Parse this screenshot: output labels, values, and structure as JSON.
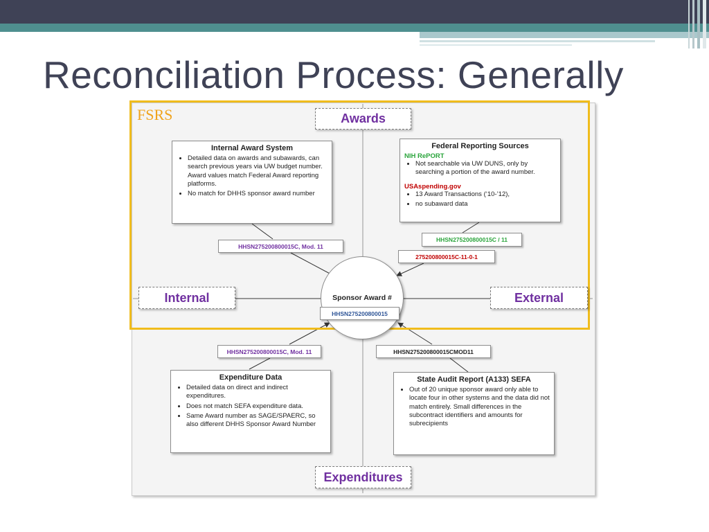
{
  "slide": {
    "title": "Reconciliation Process:  Generally",
    "accent_colors": {
      "band_dark": "#3f4256",
      "band_teal": "#4f8f8f",
      "band_light": "#a9c8cc"
    }
  },
  "diagram": {
    "frame_label": "FSRS",
    "axis_labels": {
      "top": "Awards",
      "left": "Internal",
      "right": "External",
      "bottom": "Expenditures"
    },
    "center": {
      "label": "Sponsor Award #",
      "value": "HHSN275200800015"
    },
    "internal_award_system": {
      "title": "Internal Award System",
      "bullets": [
        "Detailed data on awards and subawards, can search previous years via UW budget number. Award values match Federal Award reporting platforms.",
        "No match for DHHS sponsor award number"
      ]
    },
    "federal_reporting_sources": {
      "title": "Federal Reporting Sources",
      "source1": "NIH RePORT",
      "bullets1": [
        "Not searchable via UW DUNS, only by searching a portion of the award number."
      ],
      "source2": "USAspending.gov",
      "bullets2": [
        "13 Award Transactions (‘10-’12),",
        "no subaward data"
      ]
    },
    "expenditure_data": {
      "title": "Expenditure Data",
      "bullets": [
        "Detailed data on direct and indirect expenditures.",
        "Does not match SEFA expenditure data.",
        "Same Award number as SAGE/SPAERC, so also different DHHS Sponsor Award Number"
      ]
    },
    "state_audit_report": {
      "title": "State Audit Report (A133) SEFA",
      "bullets": [
        "Out of 20 unique sponsor award only able to locate four in other systems and the data did not match entirely. Small differences in the subcontract identifiers and amounts for subrecipients"
      ]
    },
    "tags": {
      "internal_award": "HHSN275200800015C, Mod. 11",
      "nih": "HHSN275200800015C / 11",
      "usaspending": "275200800015C-11-0-1",
      "expenditure": "HHSN275200800015C, Mod. 11",
      "sefa": "HHSN275200800015CMOD11"
    },
    "tag_colors": {
      "internal_award": "#7030a0",
      "nih": "#2aa43b",
      "usaspending": "#c00000",
      "expenditure": "#7030a0",
      "sefa": "#222222",
      "center_value": "#2f5597"
    }
  }
}
